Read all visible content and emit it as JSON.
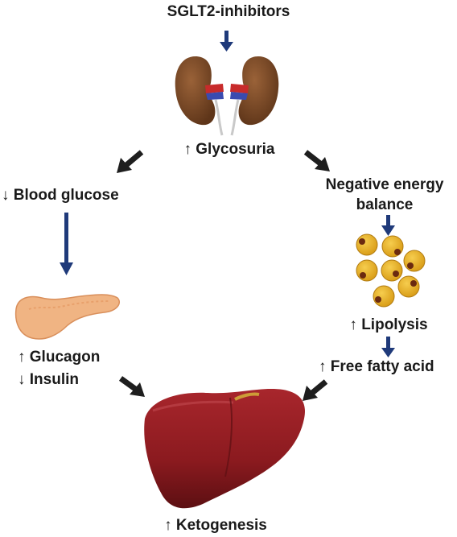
{
  "title": "SGLT2-inhibitors",
  "nodes": {
    "glycosuria": "↑ Glycosuria",
    "blood_glucose": "↓ Blood glucose",
    "negative_energy_line1": "Negative energy",
    "negative_energy_line2": "balance",
    "glucagon": "↑ Glucagon",
    "insulin": "↓ Insulin",
    "lipolysis": "↑ Lipolysis",
    "free_fatty_acid": "↑ Free fatty acid",
    "ketogenesis": "↑ Ketogenesis"
  },
  "colors": {
    "arrow_blue": "#1f3a7a",
    "arrow_dark": "#1e1e1e",
    "kidney": "#7a4a2a",
    "pancreas": "#f0b483",
    "fat_cell": "#e8b52a",
    "liver": "#8b1a1f"
  },
  "icons": [
    "down-arrow-icon",
    "kidneys-icon",
    "pancreas-icon",
    "fat-cells-icon",
    "liver-icon"
  ]
}
